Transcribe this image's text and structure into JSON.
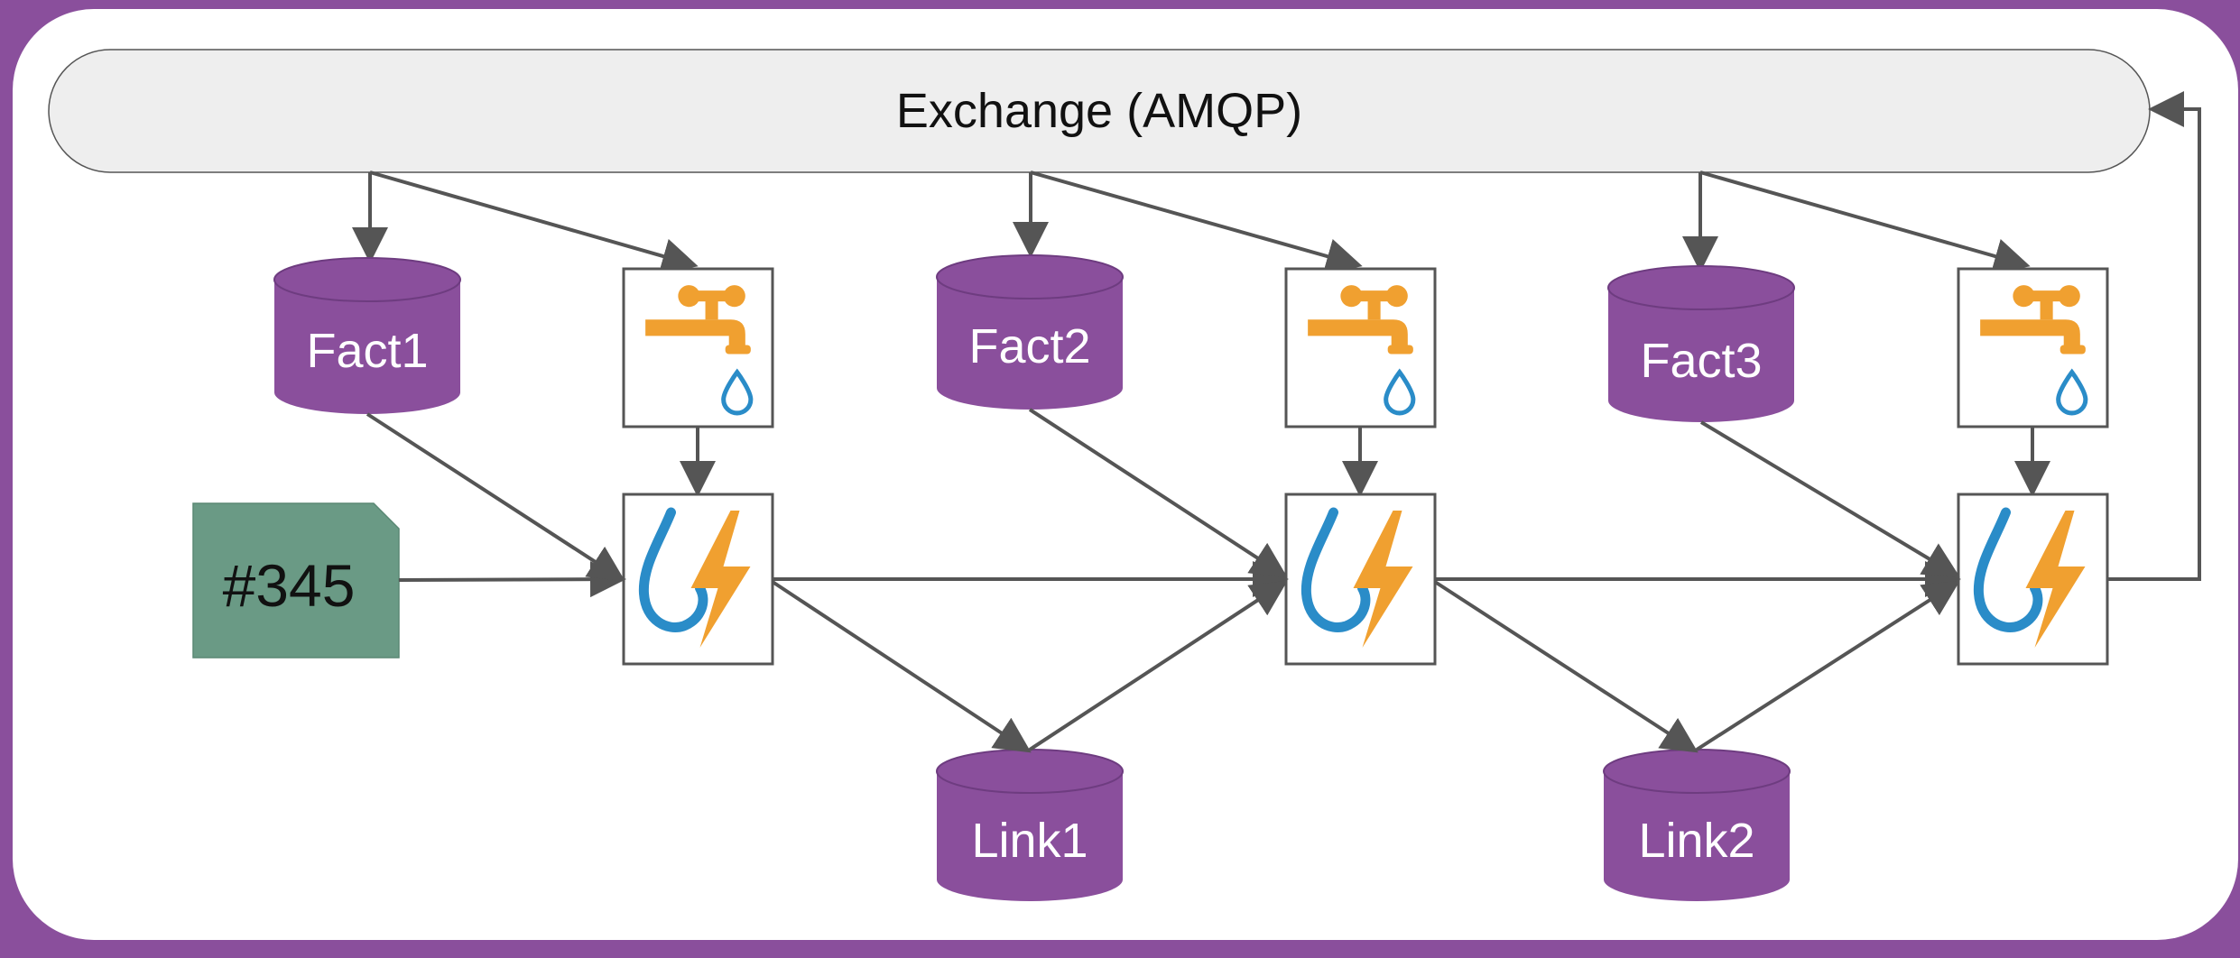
{
  "exchange": {
    "label": "Exchange (AMQP)"
  },
  "ticket": {
    "label": "#345",
    "color": "#6a9a85"
  },
  "facts": [
    {
      "label": "Fact1"
    },
    {
      "label": "Fact2"
    },
    {
      "label": "Fact3"
    }
  ],
  "links": [
    {
      "label": "Link1"
    },
    {
      "label": "Link2"
    }
  ],
  "icons": {
    "tap": "faucet-icon",
    "processor": "water-lightning-icon"
  },
  "colors": {
    "frame": "#8a4f9c",
    "canvas": "#ffffff",
    "exchange_fill": "#eeeeee",
    "cylinder": "#8a4f9c",
    "arrow": "#555555",
    "tap": "#f0a030",
    "water": "#2a8cc8",
    "bolt": "#f0a030"
  }
}
